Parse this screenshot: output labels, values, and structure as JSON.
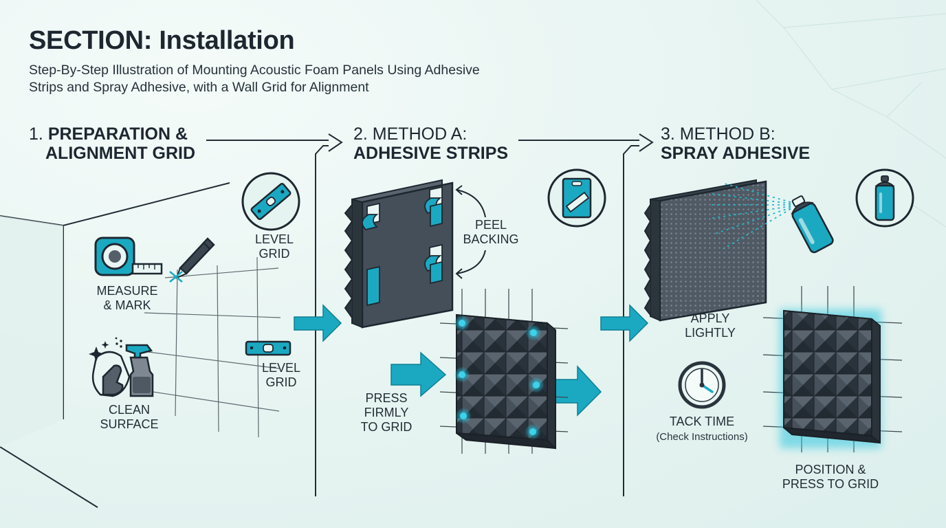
{
  "header": {
    "title": "SECTION: Installation",
    "subtitle_line1": "Step-By-Step Illustration of Mounting Acoustic Foam Panels Using Adhesive",
    "subtitle_line2": "Strips and Spray Adhesive, with a Wall Grid for Alignment"
  },
  "steps": [
    {
      "number": "1.",
      "title_line1": "PREPARATION &",
      "title_line2": "ALIGNMENT GRID",
      "labels": {
        "measure_1": "MEASURE",
        "measure_2": "& MARK",
        "level_top_1": "LEVEL",
        "level_top_2": "GRID",
        "level_bottom_1": "LEVEL",
        "level_bottom_2": "GRID",
        "clean_1": "CLEAN",
        "clean_2": "SURFACE"
      },
      "icons": [
        "tape-measure-icon",
        "pencil-icon",
        "level-icon",
        "spray-bottle-icon",
        "cloth-hand-icon"
      ]
    },
    {
      "number": "2. METHOD A:",
      "title_line2": "ADHESIVE STRIPS",
      "labels": {
        "peel_1": "PEEL",
        "peel_2": "BACKING",
        "press_1": "PRESS",
        "press_2": "FIRMLY",
        "press_3": "TO GRID"
      },
      "icons": [
        "adhesive-strip-pack-icon"
      ]
    },
    {
      "number": "3. METHOD B:",
      "title_line2": "SPRAY ADHESIVE",
      "labels": {
        "apply_1": "APPLY",
        "apply_2": "LIGHTLY",
        "tack_1": "TACK TIME",
        "tack_2": "(Check Instructions)",
        "position_1": "POSITION &",
        "position_2": "PRESS TO GRID"
      },
      "icons": [
        "spray-can-icon",
        "clock-icon"
      ]
    }
  ],
  "colors": {
    "accent": "#19a9c1",
    "accent_dark": "#0e7f93",
    "ink": "#1f2a33",
    "foam": "#3d4650",
    "background": "#e9f6f3"
  }
}
